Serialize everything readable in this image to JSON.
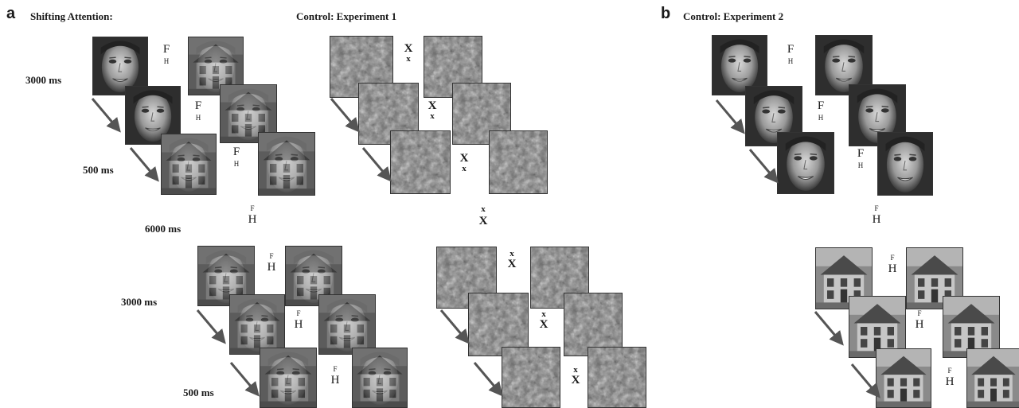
{
  "panel_a": {
    "letter": "a",
    "shifting_title": "Shifting Attention:",
    "control1_title": "Control: Experiment 1",
    "timing_3000": "3000 ms",
    "timing_500": "500 ms",
    "timing_6000": "6000 ms"
  },
  "panel_b": {
    "letter": "b",
    "title": "Control: Experiment 2"
  },
  "cues": {
    "F": "F",
    "H": "H",
    "X": "X",
    "x": "x"
  },
  "image_kinds": [
    "face",
    "house",
    "face-house composite",
    "noise"
  ],
  "colors": {
    "arrow": "#555555",
    "frame": "#333333",
    "background": "#ffffff"
  }
}
